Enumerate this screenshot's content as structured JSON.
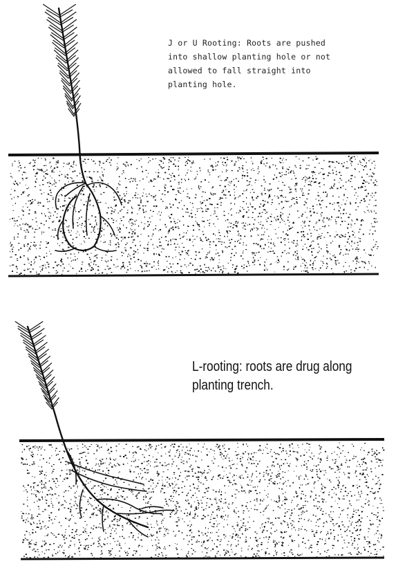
{
  "figures": [
    {
      "id": "j-rooting",
      "caption": "J or U Rooting: Roots are pushed\ninto shallow planting hole or not\nallowed to fall straight into\nplanting hole."
    },
    {
      "id": "l-rooting",
      "caption": "L-rooting: roots are drug along planting trench."
    }
  ],
  "colors": {
    "ink": "#111111",
    "background": "#ffffff"
  }
}
